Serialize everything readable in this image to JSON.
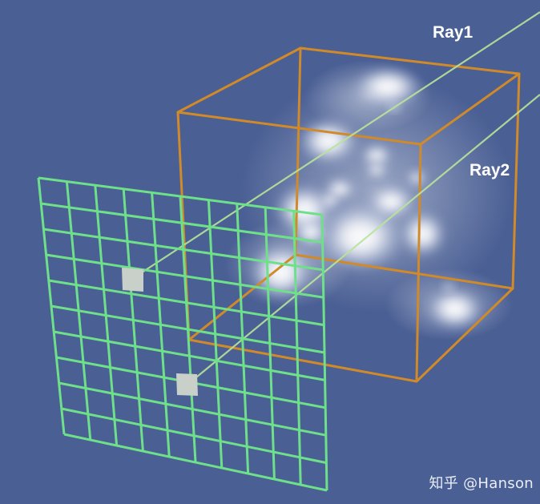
{
  "labels": {
    "ray1": "Ray1",
    "ray2": "Ray2"
  },
  "watermark": "知乎 @Hanson",
  "colors": {
    "background": "#4a5f94",
    "grid": "#6fe08a",
    "box": "#d08a2a",
    "ray": "#b8e49a",
    "volume_glow": "#ffffff",
    "hit_pixel": "#c9cfc9"
  },
  "grid": {
    "rows": 10,
    "cols": 10
  }
}
